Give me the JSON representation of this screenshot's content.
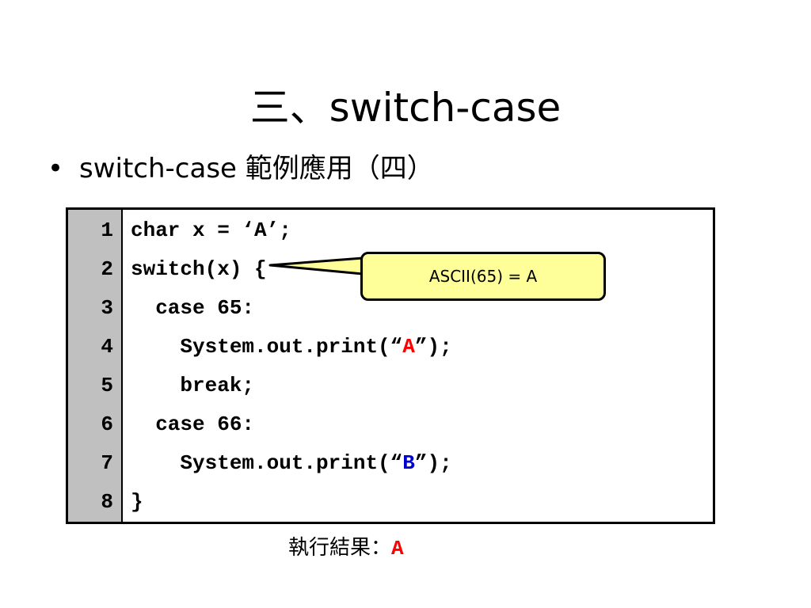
{
  "slide": {
    "title": "三、switch-case",
    "bullet_symbol": "•",
    "bullet_text": "switch-case 範例應用（四）"
  },
  "code": {
    "lines": [
      {
        "no": "1",
        "parts": [
          {
            "text": "char x = ‘A’;"
          }
        ]
      },
      {
        "no": "2",
        "parts": [
          {
            "text": "switch(x) {"
          }
        ]
      },
      {
        "no": "3",
        "parts": [
          {
            "text": "  case 65:"
          }
        ]
      },
      {
        "no": "4",
        "parts": [
          {
            "text": "    System.out.print(“"
          },
          {
            "text": "A",
            "color": "red"
          },
          {
            "text": "”);"
          }
        ]
      },
      {
        "no": "5",
        "parts": [
          {
            "text": "    break;"
          }
        ]
      },
      {
        "no": "6",
        "parts": [
          {
            "text": "  case 66:"
          }
        ]
      },
      {
        "no": "7",
        "parts": [
          {
            "text": "    System.out.print(“"
          },
          {
            "text": "B",
            "color": "blue"
          },
          {
            "text": "”);"
          }
        ]
      },
      {
        "no": "8",
        "parts": [
          {
            "text": "}"
          }
        ]
      }
    ]
  },
  "callout": {
    "text": "ASCII(65) = A"
  },
  "result": {
    "label": "執行結果：",
    "value": "A"
  },
  "colors": {
    "red": "#ff0000",
    "blue": "#0000cc",
    "gutter": "#c0c0c0",
    "callout_fill": "#ffff99"
  }
}
